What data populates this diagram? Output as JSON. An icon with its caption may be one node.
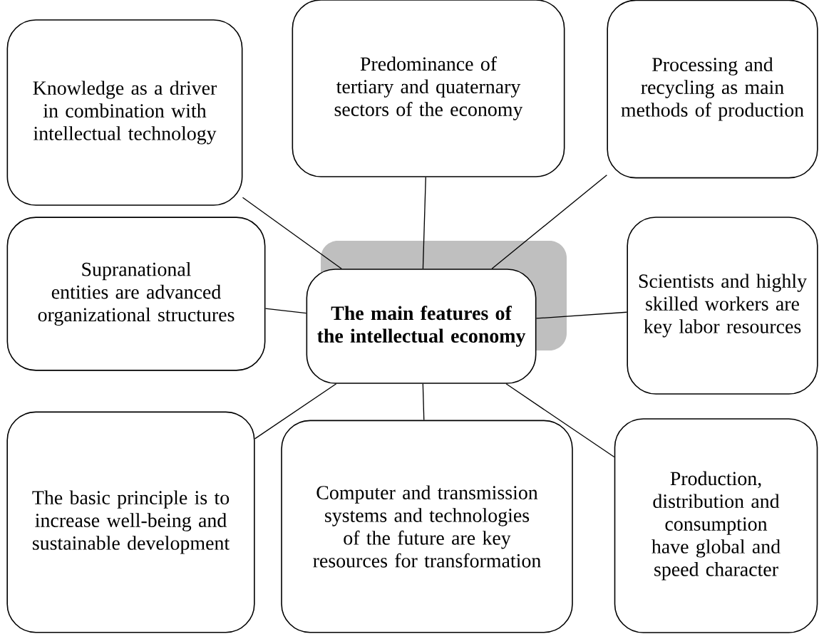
{
  "diagram": {
    "nodes": [
      {
        "text": [
          "Knowledge as a driver in combination with intellectual technology"
        ]
      },
      {
        "text": [
          "Predominance of tertiary and quaternary sectors of the economy"
        ]
      },
      {
        "text": [
          "Processing and recycling as main methods of production"
        ]
      },
      {
        "text": [
          "Supranational entities are advanced organizational structures"
        ]
      },
      {
        "text": [
          "The main features of the intellectual economy"
        ]
      },
      {
        "text": [
          "Scientists and highly skilled workers are key labor resources"
        ]
      },
      {
        "text": [
          "The basic principle is to increase well-being and sustainable development"
        ]
      },
      {
        "text": [
          "Computer and transmission systems and technologies of the future are key resources for transformation"
        ]
      },
      {
        "text": [
          "Production, distribution and consumption have global and speed character"
        ]
      }
    ],
    "edges": [
      {
        "from": 4,
        "to": 0,
        "arrow": "none"
      },
      {
        "from": 4,
        "to": 1,
        "arrow": "none"
      },
      {
        "from": 4,
        "to": 2,
        "arrow": "none"
      },
      {
        "from": 4,
        "to": 3,
        "arrow": "none"
      },
      {
        "from": 4,
        "to": 5,
        "arrow": "none"
      },
      {
        "from": 4,
        "to": 6,
        "arrow": "none"
      },
      {
        "from": 4,
        "to": 7,
        "arrow": "none"
      },
      {
        "from": 4,
        "to": 8,
        "arrow": "none"
      }
    ]
  }
}
